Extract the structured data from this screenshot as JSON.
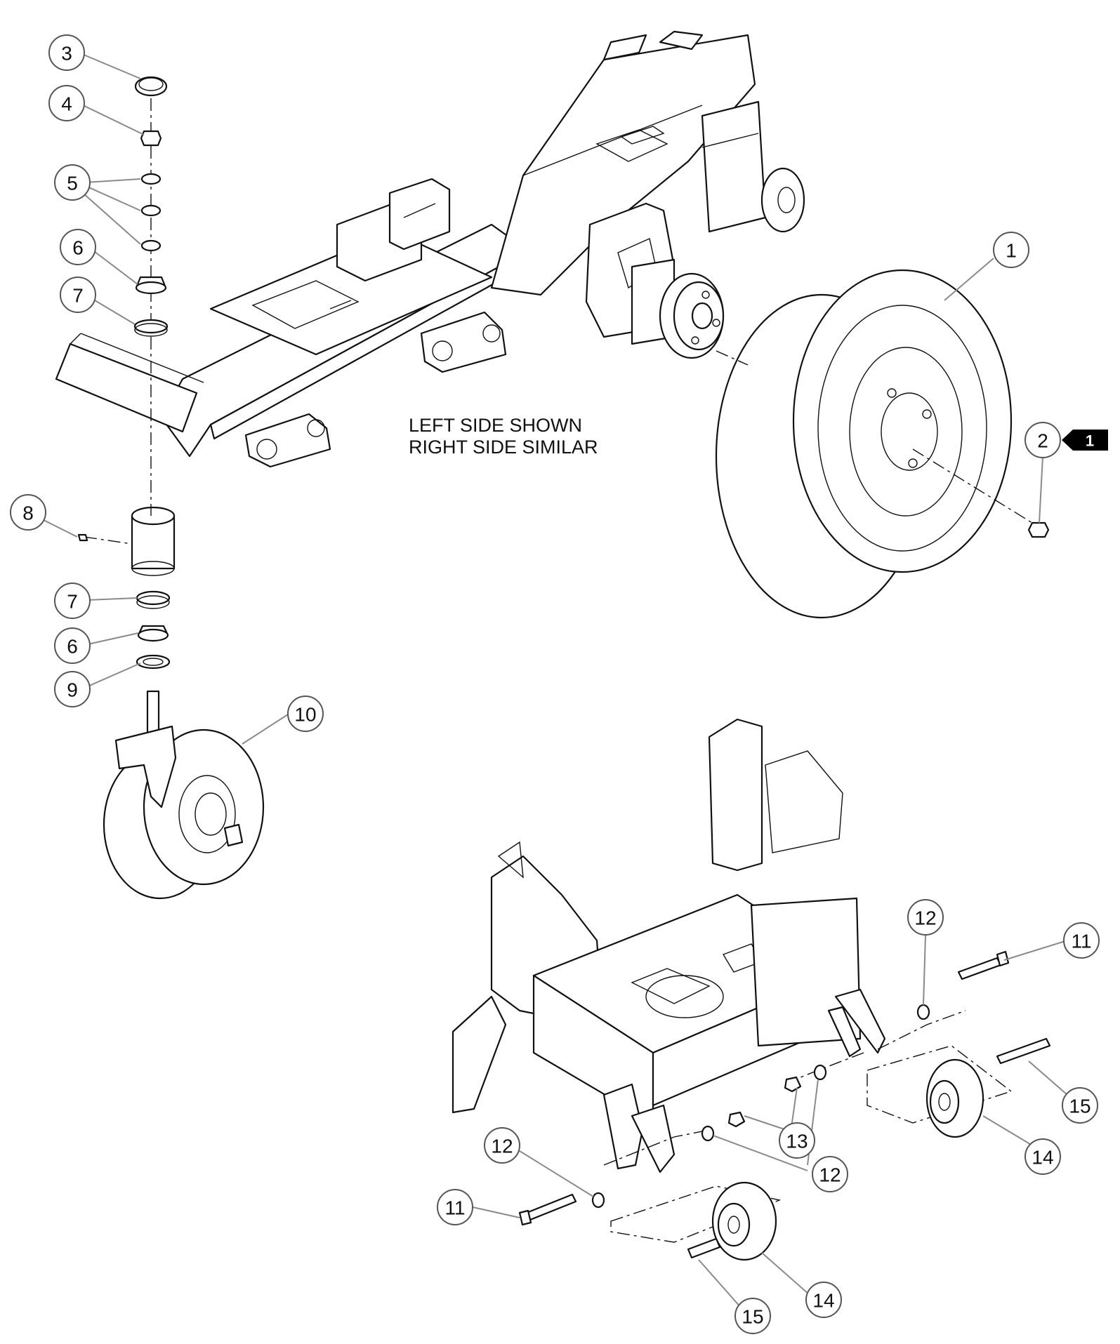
{
  "note": {
    "line1": "LEFT SIDE SHOWN",
    "line2": "RIGHT SIDE SIMILAR"
  },
  "flag": {
    "label": "1",
    "color": "#000000"
  },
  "callouts": [
    {
      "id": "callout-1",
      "label": "1"
    },
    {
      "id": "callout-2",
      "label": "2"
    },
    {
      "id": "callout-3",
      "label": "3"
    },
    {
      "id": "callout-4",
      "label": "4"
    },
    {
      "id": "callout-5",
      "label": "5"
    },
    {
      "id": "callout-6a",
      "label": "6"
    },
    {
      "id": "callout-7a",
      "label": "7"
    },
    {
      "id": "callout-8",
      "label": "8"
    },
    {
      "id": "callout-7b",
      "label": "7"
    },
    {
      "id": "callout-6b",
      "label": "6"
    },
    {
      "id": "callout-9",
      "label": "9"
    },
    {
      "id": "callout-10",
      "label": "10"
    },
    {
      "id": "callout-12a",
      "label": "12"
    },
    {
      "id": "callout-11a",
      "label": "11"
    },
    {
      "id": "callout-15a",
      "label": "15"
    },
    {
      "id": "callout-14a",
      "label": "14"
    },
    {
      "id": "callout-13",
      "label": "13"
    },
    {
      "id": "callout-12b",
      "label": "12"
    },
    {
      "id": "callout-12c",
      "label": "12"
    },
    {
      "id": "callout-11b",
      "label": "11"
    },
    {
      "id": "callout-14b",
      "label": "14"
    },
    {
      "id": "callout-15b",
      "label": "15"
    }
  ]
}
